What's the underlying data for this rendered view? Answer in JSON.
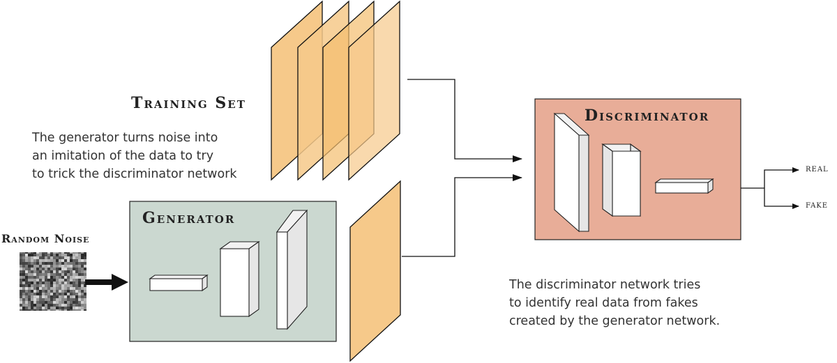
{
  "labels": {
    "training_set": "Training Set",
    "random_noise": "Random Noise",
    "generator": "Generator",
    "discriminator": "Discriminator",
    "real": "real",
    "fake": "fake"
  },
  "captions": {
    "generator_description": [
      "The generator turns noise into",
      "an imitation of  the data to try",
      "to trick the discriminator network"
    ],
    "discriminator_description": [
      "The discriminator network tries",
      "to identify real data from fakes",
      "created by the generator network."
    ]
  },
  "colors": {
    "sheet_fill": "#f6c98a",
    "sheet_overlap": "#eeb85f",
    "sheet_stroke": "#111111",
    "generator_box": "#cbd8d0",
    "discriminator_box": "#e8ad98",
    "block_front": "#ffffff",
    "block_top": "#f2f2f2",
    "block_side": "#e6e6e6"
  }
}
